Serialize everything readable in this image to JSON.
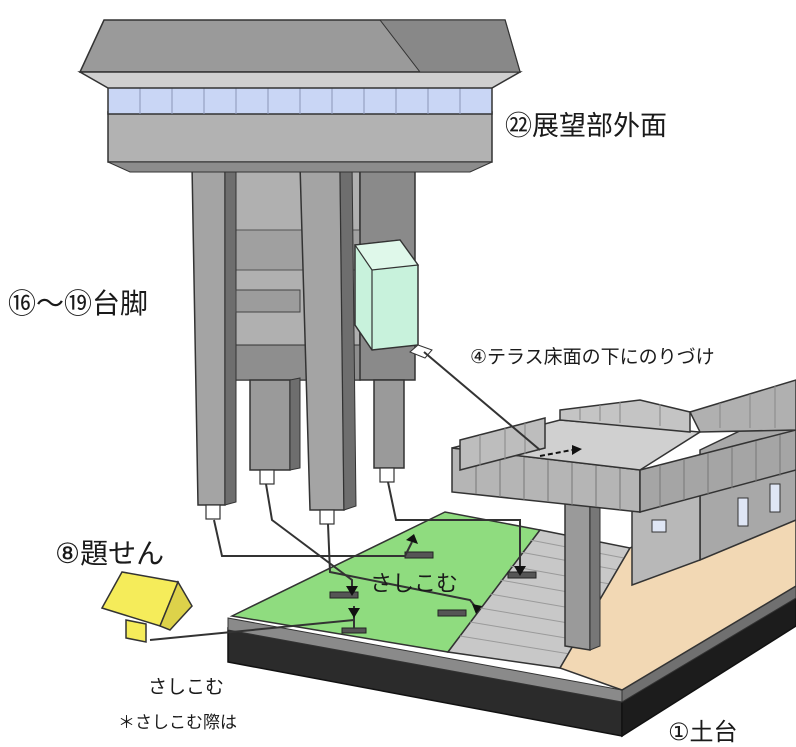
{
  "labels": {
    "observation": "㉒展望部外面",
    "legs": "⑯～⑲台脚",
    "terrace": "④テラス床面の下にのりづけ",
    "plate": "⑧題せん",
    "insert_green": "さしこむ",
    "insert": "さしこむ",
    "note": "＊さしこむ際は",
    "base": "①土台"
  },
  "colors": {
    "structure": "#9e9e9e",
    "structure_light": "#c4c4c4",
    "structure_dark": "#707070",
    "window_band": "#c9d6f5",
    "ground_green": "#8fdc7f",
    "ground_sand": "#f2d8b4",
    "base_black": "#2b2b2b",
    "plate_yellow": "#f5ec5a",
    "glue_panel": "#c8f2dc"
  }
}
